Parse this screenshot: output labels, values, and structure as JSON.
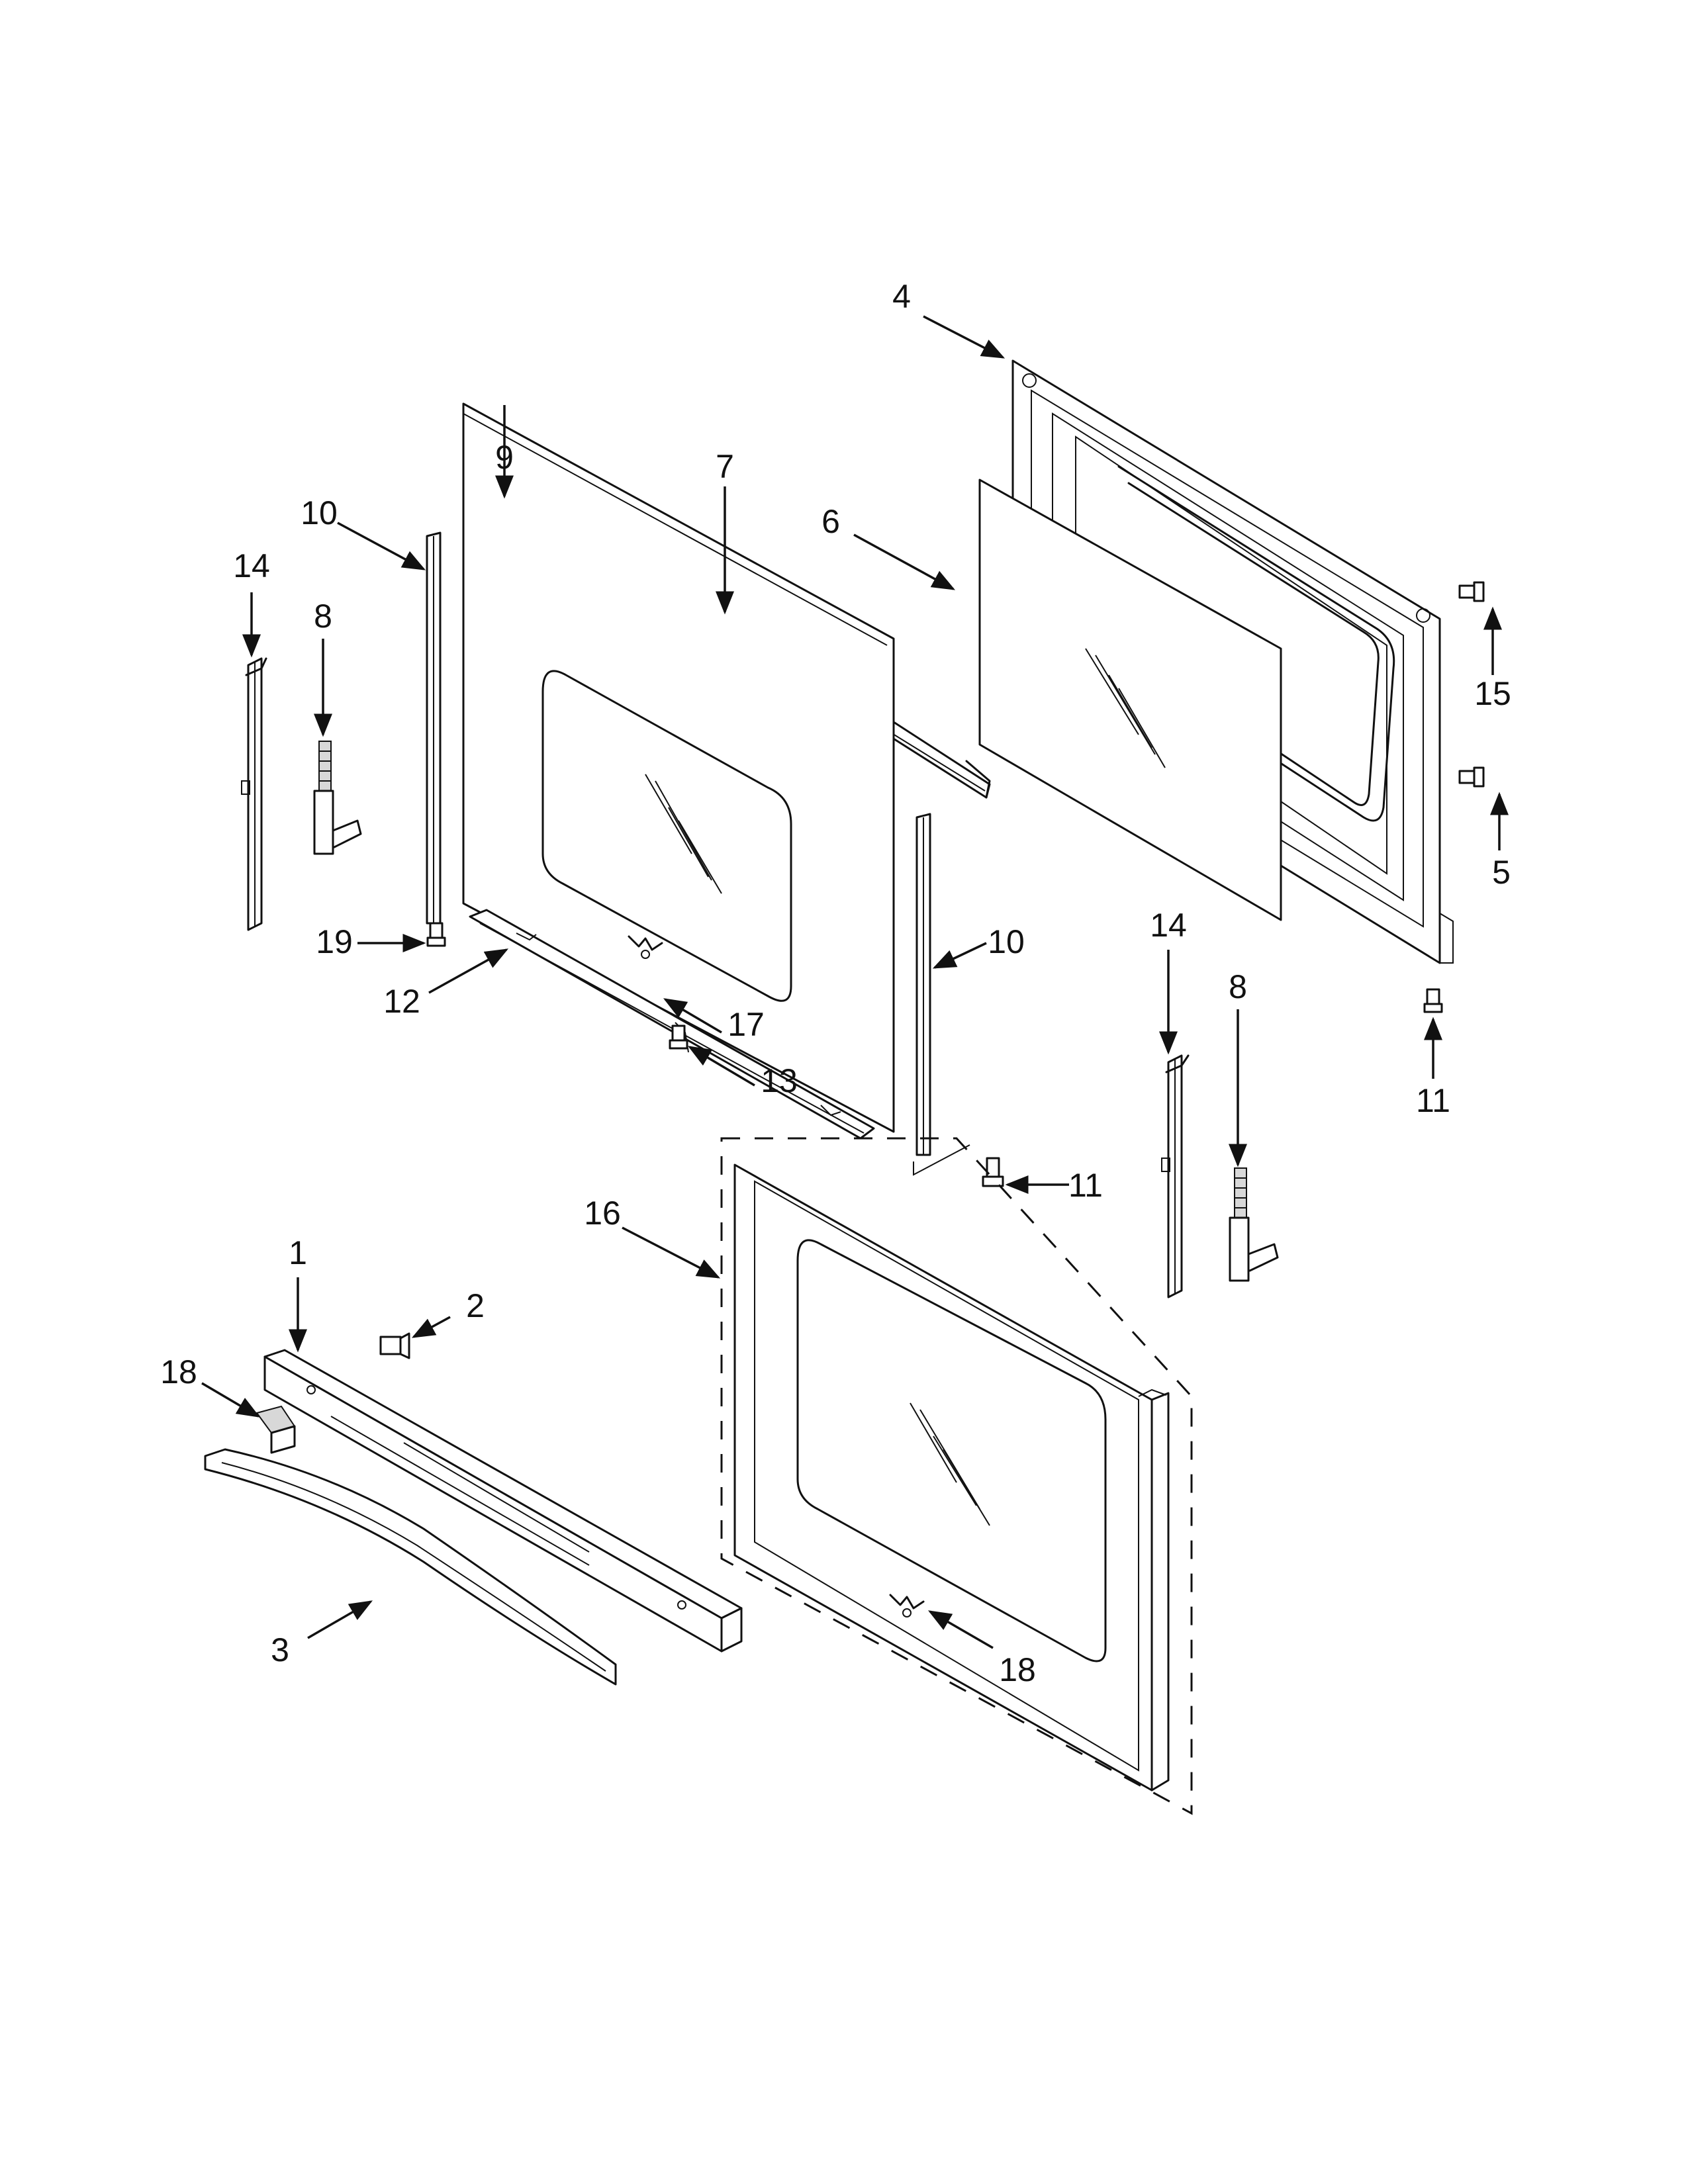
{
  "diagram": {
    "callouts": [
      {
        "id": "c1",
        "label": "1"
      },
      {
        "id": "c2",
        "label": "2"
      },
      {
        "id": "c3",
        "label": "3"
      },
      {
        "id": "c4",
        "label": "4"
      },
      {
        "id": "c5",
        "label": "5"
      },
      {
        "id": "c6",
        "label": "6"
      },
      {
        "id": "c7",
        "label": "7"
      },
      {
        "id": "c8a",
        "label": "8"
      },
      {
        "id": "c8b",
        "label": "8"
      },
      {
        "id": "c9",
        "label": "9"
      },
      {
        "id": "c10a",
        "label": "10"
      },
      {
        "id": "c10b",
        "label": "10"
      },
      {
        "id": "c11a",
        "label": "11"
      },
      {
        "id": "c11b",
        "label": "11"
      },
      {
        "id": "c12",
        "label": "12"
      },
      {
        "id": "c13",
        "label": "13"
      },
      {
        "id": "c14a",
        "label": "14"
      },
      {
        "id": "c14b",
        "label": "14"
      },
      {
        "id": "c15",
        "label": "15"
      },
      {
        "id": "c16",
        "label": "16"
      },
      {
        "id": "c17",
        "label": "17"
      },
      {
        "id": "c18a",
        "label": "18"
      },
      {
        "id": "c18b",
        "label": "18"
      },
      {
        "id": "c19",
        "label": "19"
      }
    ]
  }
}
